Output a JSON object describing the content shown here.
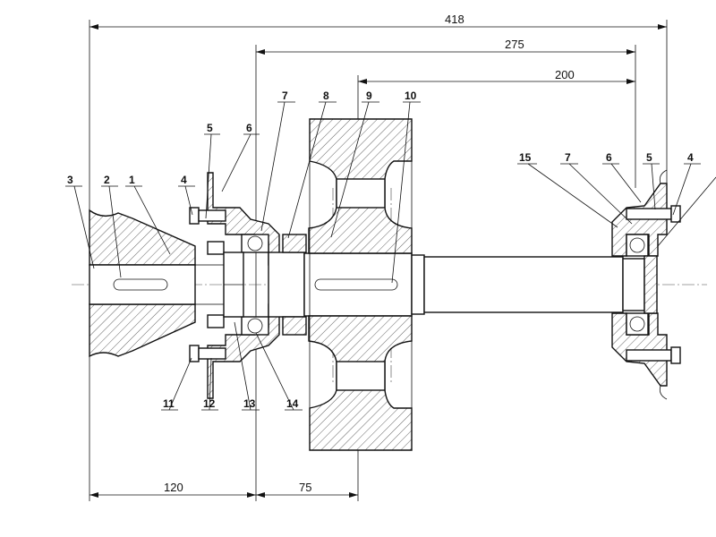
{
  "dimensions": {
    "overall": "418",
    "to_gear_face": "275",
    "to_gear_center": "200",
    "left_span": "120",
    "right_span": "75"
  },
  "callouts": {
    "c1": "1",
    "c2": "2",
    "c3": "3",
    "c4_left": "4",
    "c5_left": "5",
    "c6_left": "6",
    "c7_top": "7",
    "c8": "8",
    "c9": "9",
    "c10": "10",
    "c15": "15",
    "c7_right": "7",
    "c6_right": "6",
    "c5_right": "5",
    "c4_right": "4",
    "c11": "11",
    "c12": "12",
    "c13": "13",
    "c14": "14"
  },
  "colors": {
    "line": "#111111",
    "background": "#ffffff"
  }
}
